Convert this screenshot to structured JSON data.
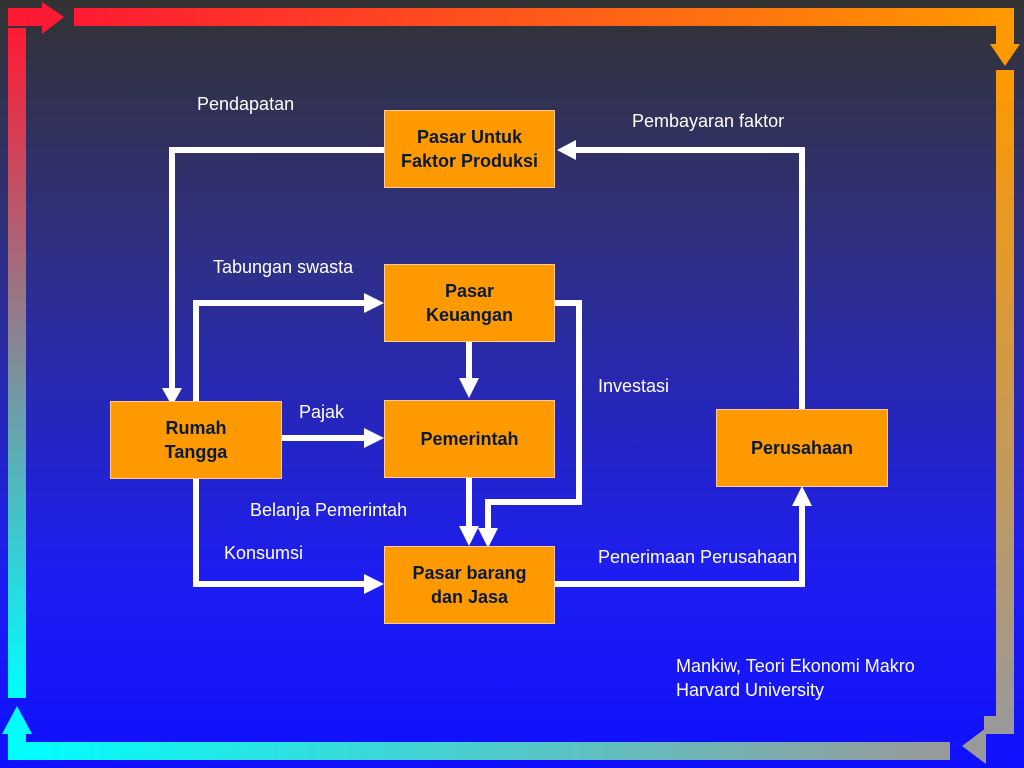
{
  "nodes": {
    "factor_market": "Pasar Untuk\nFaktor Produksi",
    "financial_market": "Pasar\nKeuangan",
    "households": "Rumah\nTangga",
    "government": "Pemerintah",
    "firms": "Perusahaan",
    "goods_market": "Pasar barang\ndan Jasa"
  },
  "flows": {
    "income": "Pendapatan",
    "factor_payment": "Pembayaran faktor",
    "private_saving": "Tabungan swasta",
    "investment": "Investasi",
    "tax": "Pajak",
    "government_spending": "Belanja Pemerintah",
    "consumption": "Konsumsi",
    "firm_revenue": "Penerimaan Perusahaan"
  },
  "citation": {
    "line1": "Mankiw, Teori Ekonomi Makro",
    "line2": "Harvard University"
  },
  "colors": {
    "node_fill": "#ff9900",
    "node_text": "#0a1a33",
    "arrow": "#ffffff",
    "frame_red": "#ff1a33",
    "frame_orange": "#ff9900",
    "frame_gray": "#999999",
    "frame_cyan": "#00ffff"
  }
}
